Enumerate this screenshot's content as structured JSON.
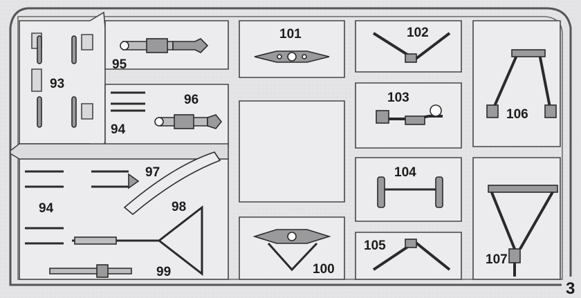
{
  "sheet": {
    "title": "Sprue sheet",
    "page_number": "3",
    "colors": {
      "background": "#e4e4e6",
      "frame": "#5a5a5a",
      "part_outline": "#2a2a2a",
      "part_fill": "#7a7a7a",
      "label": "#1c1c1c"
    }
  },
  "parts": [
    {
      "number": "93",
      "kind": "rods"
    },
    {
      "number": "94",
      "kind": "rods"
    },
    {
      "number": "94",
      "kind": "rods"
    },
    {
      "number": "95",
      "kind": "shock-absorber"
    },
    {
      "number": "96",
      "kind": "shock-absorber"
    },
    {
      "number": "97",
      "kind": "arm"
    },
    {
      "number": "98",
      "kind": "wishbone"
    },
    {
      "number": "99",
      "kind": "rod"
    },
    {
      "number": "100",
      "kind": "upright"
    },
    {
      "number": "101",
      "kind": "upright"
    },
    {
      "number": "102",
      "kind": "link"
    },
    {
      "number": "103",
      "kind": "linkage"
    },
    {
      "number": "104",
      "kind": "linkage"
    },
    {
      "number": "105",
      "kind": "link"
    },
    {
      "number": "106",
      "kind": "wishbone"
    },
    {
      "number": "107",
      "kind": "wishbone"
    }
  ]
}
